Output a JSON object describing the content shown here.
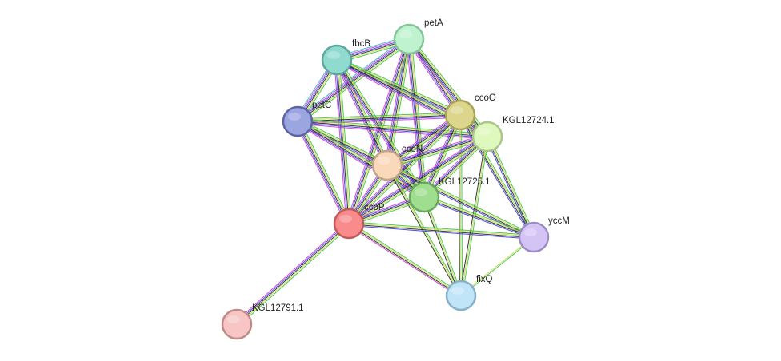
{
  "nodes": [
    {
      "id": "petA",
      "label": "petA",
      "color": "#bff3cf",
      "stroke": "#86c49c"
    },
    {
      "id": "fbcB",
      "label": "fbcB",
      "color": "#8fdbd0",
      "stroke": "#5ea89e"
    },
    {
      "id": "ccoO",
      "label": "ccoO",
      "color": "#dcd68c",
      "stroke": "#a9a35a"
    },
    {
      "id": "KGL12724.1",
      "label": "KGL12724.1",
      "color": "#def8bd",
      "stroke": "#aac68b"
    },
    {
      "id": "petC",
      "label": "petC",
      "color": "#9ba5e0",
      "stroke": "#5b65a8"
    },
    {
      "id": "ccoN",
      "label": "ccoN",
      "color": "#fad9bb",
      "stroke": "#c4a488"
    },
    {
      "id": "KGL12725.1",
      "label": "KGL12725.1",
      "color": "#9fde8f",
      "stroke": "#6aa85b"
    },
    {
      "id": "ccoP",
      "label": "ccoP",
      "color": "#f98b8c",
      "stroke": "#c25a5b"
    },
    {
      "id": "yccM",
      "label": "yccM",
      "color": "#d4c4f6",
      "stroke": "#9d8dc4"
    },
    {
      "id": "fixQ",
      "label": "fixQ",
      "color": "#c1e5f8",
      "stroke": "#88b0c6"
    },
    {
      "id": "KGL12791.1",
      "label": "KGL12791.1",
      "color": "#f6c5c4",
      "stroke": "#c08a89"
    }
  ],
  "edge_colors": {
    "green": "#3cc23c",
    "yellow": "#c8d84a",
    "black": "#222222",
    "blue": "#3a3ae0",
    "magenta": "#d23ad2",
    "cyan": "#3ab8c8"
  },
  "edges": [
    {
      "from": "petA",
      "to": "fbcB",
      "types": [
        "green",
        "yellow",
        "black",
        "blue",
        "magenta",
        "cyan"
      ]
    },
    {
      "from": "petA",
      "to": "petC",
      "types": [
        "green",
        "yellow",
        "black",
        "blue",
        "magenta",
        "cyan"
      ]
    },
    {
      "from": "petA",
      "to": "ccoO",
      "types": [
        "green",
        "yellow",
        "black",
        "blue",
        "magenta"
      ]
    },
    {
      "from": "petA",
      "to": "KGL12724.1",
      "types": [
        "green",
        "yellow",
        "black",
        "blue",
        "magenta"
      ]
    },
    {
      "from": "petA",
      "to": "ccoN",
      "types": [
        "green",
        "yellow",
        "black",
        "blue",
        "magenta"
      ]
    },
    {
      "from": "petA",
      "to": "KGL12725.1",
      "types": [
        "green",
        "yellow",
        "black",
        "blue",
        "magenta"
      ]
    },
    {
      "from": "petA",
      "to": "ccoP",
      "types": [
        "green",
        "yellow",
        "black",
        "blue",
        "magenta"
      ]
    },
    {
      "from": "fbcB",
      "to": "petC",
      "types": [
        "green",
        "yellow",
        "black",
        "blue",
        "magenta",
        "cyan"
      ]
    },
    {
      "from": "fbcB",
      "to": "ccoO",
      "types": [
        "green",
        "yellow",
        "black",
        "blue",
        "magenta"
      ]
    },
    {
      "from": "fbcB",
      "to": "KGL12724.1",
      "types": [
        "green",
        "yellow",
        "black",
        "blue",
        "magenta"
      ]
    },
    {
      "from": "fbcB",
      "to": "ccoN",
      "types": [
        "green",
        "yellow",
        "black",
        "blue",
        "magenta"
      ]
    },
    {
      "from": "fbcB",
      "to": "KGL12725.1",
      "types": [
        "green",
        "yellow",
        "black",
        "blue",
        "magenta"
      ]
    },
    {
      "from": "fbcB",
      "to": "ccoP",
      "types": [
        "green",
        "yellow",
        "black",
        "blue",
        "magenta"
      ]
    },
    {
      "from": "petC",
      "to": "ccoO",
      "types": [
        "green",
        "yellow",
        "black",
        "blue",
        "magenta"
      ]
    },
    {
      "from": "petC",
      "to": "KGL12724.1",
      "types": [
        "green",
        "yellow",
        "black",
        "blue",
        "magenta"
      ]
    },
    {
      "from": "petC",
      "to": "ccoN",
      "types": [
        "green",
        "yellow",
        "black",
        "blue",
        "magenta"
      ]
    },
    {
      "from": "petC",
      "to": "KGL12725.1",
      "types": [
        "green",
        "yellow",
        "black",
        "blue",
        "magenta"
      ]
    },
    {
      "from": "petC",
      "to": "ccoP",
      "types": [
        "green",
        "yellow",
        "black",
        "blue",
        "magenta"
      ]
    },
    {
      "from": "ccoO",
      "to": "KGL12724.1",
      "types": [
        "green",
        "yellow",
        "black",
        "blue",
        "magenta"
      ]
    },
    {
      "from": "ccoO",
      "to": "ccoN",
      "types": [
        "green",
        "yellow",
        "black",
        "blue",
        "magenta"
      ]
    },
    {
      "from": "ccoO",
      "to": "KGL12725.1",
      "types": [
        "green",
        "yellow",
        "black",
        "blue",
        "magenta"
      ]
    },
    {
      "from": "ccoO",
      "to": "ccoP",
      "types": [
        "green",
        "yellow",
        "black",
        "blue",
        "magenta"
      ]
    },
    {
      "from": "ccoO",
      "to": "yccM",
      "types": [
        "green",
        "yellow",
        "black",
        "blue"
      ]
    },
    {
      "from": "ccoO",
      "to": "fixQ",
      "types": [
        "green",
        "yellow",
        "black"
      ]
    },
    {
      "from": "KGL12724.1",
      "to": "ccoN",
      "types": [
        "green",
        "yellow",
        "black",
        "blue",
        "magenta"
      ]
    },
    {
      "from": "KGL12724.1",
      "to": "KGL12725.1",
      "types": [
        "green",
        "yellow",
        "black",
        "blue",
        "magenta"
      ]
    },
    {
      "from": "KGL12724.1",
      "to": "ccoP",
      "types": [
        "green",
        "yellow",
        "black",
        "blue",
        "magenta"
      ]
    },
    {
      "from": "KGL12724.1",
      "to": "yccM",
      "types": [
        "green",
        "yellow",
        "black",
        "blue"
      ]
    },
    {
      "from": "KGL12724.1",
      "to": "fixQ",
      "types": [
        "green",
        "yellow",
        "black"
      ]
    },
    {
      "from": "ccoN",
      "to": "KGL12725.1",
      "types": [
        "green",
        "yellow",
        "black",
        "blue",
        "magenta"
      ]
    },
    {
      "from": "ccoN",
      "to": "ccoP",
      "types": [
        "green",
        "yellow",
        "black",
        "blue",
        "magenta"
      ]
    },
    {
      "from": "ccoN",
      "to": "yccM",
      "types": [
        "green",
        "yellow",
        "black",
        "blue"
      ]
    },
    {
      "from": "ccoN",
      "to": "fixQ",
      "types": [
        "green",
        "yellow",
        "black"
      ]
    },
    {
      "from": "KGL12725.1",
      "to": "ccoP",
      "types": [
        "green",
        "yellow",
        "black",
        "blue",
        "magenta"
      ]
    },
    {
      "from": "KGL12725.1",
      "to": "yccM",
      "types": [
        "green",
        "yellow",
        "black",
        "blue"
      ]
    },
    {
      "from": "KGL12725.1",
      "to": "fixQ",
      "types": [
        "green",
        "yellow",
        "black"
      ]
    },
    {
      "from": "ccoP",
      "to": "yccM",
      "types": [
        "green",
        "yellow",
        "black",
        "blue"
      ]
    },
    {
      "from": "ccoP",
      "to": "fixQ",
      "types": [
        "green",
        "yellow",
        "black",
        "magenta"
      ]
    },
    {
      "from": "ccoP",
      "to": "KGL12791.1",
      "types": [
        "green",
        "yellow",
        "black",
        "blue",
        "magenta"
      ]
    },
    {
      "from": "yccM",
      "to": "fixQ",
      "types": [
        "green",
        "yellow"
      ]
    }
  ]
}
